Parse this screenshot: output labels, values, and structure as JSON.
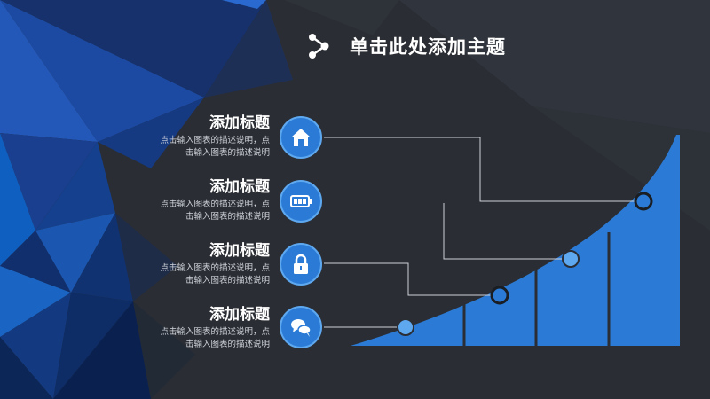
{
  "header": {
    "title": "单击此处添加主题",
    "icon": "share-icon"
  },
  "colors": {
    "background": "#2a2d33",
    "accent": "#2b7bd6",
    "accent_light": "#5ea8f0",
    "text": "#ffffff"
  },
  "items": [
    {
      "title": "添加标题",
      "desc_line1": "点击输入图表的描述说明，点",
      "desc_line2": "击输入图表的描述说明",
      "icon": "home-icon"
    },
    {
      "title": "添加标题",
      "desc_line1": "点击输入图表的描述说明，点",
      "desc_line2": "击输入图表的描述说明",
      "icon": "battery-icon"
    },
    {
      "title": "添加标题",
      "desc_line1": "点击输入图表的描述说明，点",
      "desc_line2": "击输入图表的描述说明",
      "icon": "lock-icon"
    },
    {
      "title": "添加标题",
      "desc_line1": "点击输入图表的描述说明，点",
      "desc_line2": "击输入图表的描述说明",
      "icon": "chat-icon"
    }
  ]
}
